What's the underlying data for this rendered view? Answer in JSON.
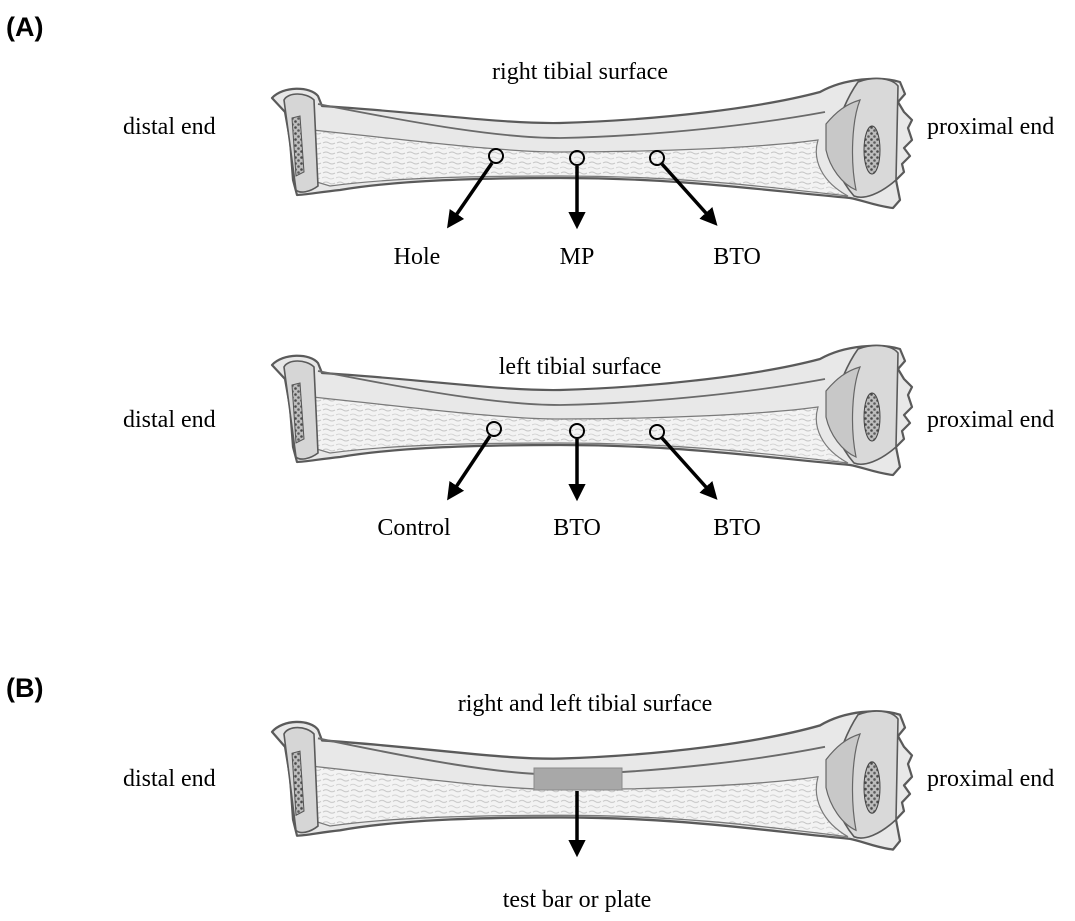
{
  "panel_a": {
    "label": "(A)",
    "right": {
      "title": "right tibial surface",
      "distal": "distal end",
      "proximal": "proximal end",
      "sites": [
        "Hole",
        "MP",
        "BTO"
      ]
    },
    "left": {
      "title": "left tibial surface",
      "distal": "distal end",
      "proximal": "proximal end",
      "sites": [
        "Control",
        "BTO",
        "BTO"
      ]
    }
  },
  "panel_b": {
    "label": "(B)",
    "title": "right and left tibial surface",
    "distal": "distal end",
    "proximal": "proximal end",
    "implant": "test bar or plate"
  },
  "colors": {
    "bone_fill": "#e6e6e6",
    "bone_outline": "#5a5a5a",
    "marrow": "#f1f1f1",
    "cancellous": "#6a6a6a",
    "implant": "#a8a8a8"
  }
}
